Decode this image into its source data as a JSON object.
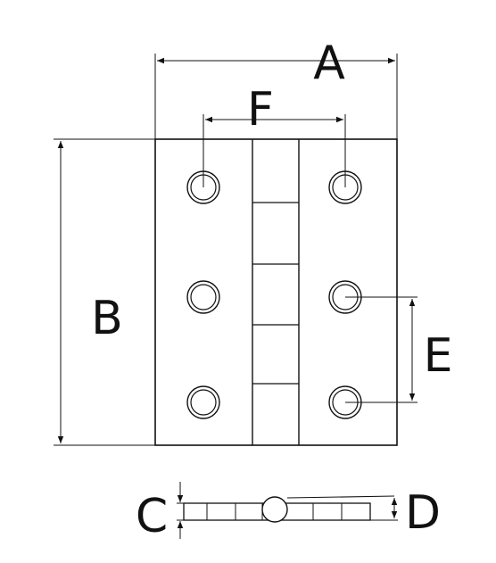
{
  "diagram": {
    "labels": {
      "a": "A",
      "b": "B",
      "c": "C",
      "d": "D",
      "e": "E",
      "f": "F"
    },
    "colors": {
      "line": "#111111",
      "background": "#ffffff"
    }
  }
}
